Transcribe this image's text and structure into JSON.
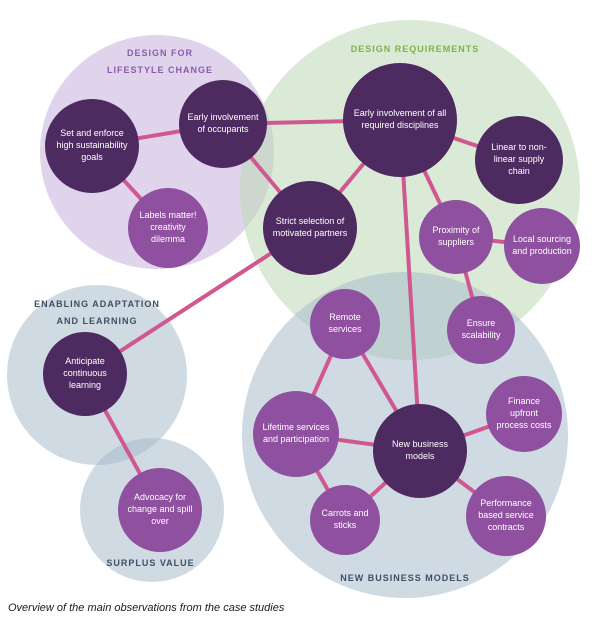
{
  "caption": "Overview of the main observations from the case studies",
  "colors": {
    "edge": "#d0578f",
    "node_dark": "#4d2a60",
    "node_medium": "#8e509f",
    "cluster_lavender": "#dcd0ec",
    "cluster_green": "#d9e8d1",
    "cluster_bluegray": "#ccd8e2",
    "label_purple": "#8a5ca7",
    "label_green": "#7cb544",
    "label_slate": "#3e5062"
  },
  "clusters": [
    {
      "id": "lifestyle",
      "label": "DESIGN FOR\nLIFESTYLE CHANGE"
    },
    {
      "id": "requirements",
      "label": "DESIGN REQUIREMENTS"
    },
    {
      "id": "adaptation",
      "label": "ENABLING ADAPTATION\nAND LEARNING"
    },
    {
      "id": "surplus",
      "label": "SURPLUS VALUE"
    },
    {
      "id": "business",
      "label": "NEW BUSINESS MODELS"
    }
  ],
  "nodes": [
    {
      "id": "set-goals",
      "label": "Set and enforce high sustainability goals",
      "tone": "dark"
    },
    {
      "id": "occupants",
      "label": "Early involvement of occupants",
      "tone": "dark"
    },
    {
      "id": "labels-matter",
      "label": "Labels matter! creativity dilemma",
      "tone": "medium"
    },
    {
      "id": "disciplines",
      "label": "Early involvement of all required disciplines",
      "tone": "dark"
    },
    {
      "id": "supply-chain",
      "label": "Linear to non-linear supply chain",
      "tone": "dark"
    },
    {
      "id": "partners",
      "label": "Strict selection of motivated partners",
      "tone": "dark"
    },
    {
      "id": "suppliers",
      "label": "Proximity of suppliers",
      "tone": "medium"
    },
    {
      "id": "local-sourcing",
      "label": "Local sourcing and production",
      "tone": "medium"
    },
    {
      "id": "scalability",
      "label": "Ensure scalability",
      "tone": "medium"
    },
    {
      "id": "anticipate",
      "label": "Anticipate continuous learning",
      "tone": "dark"
    },
    {
      "id": "advocacy",
      "label": "Advocacy for change and spill over",
      "tone": "medium"
    },
    {
      "id": "remote",
      "label": "Remote services",
      "tone": "medium"
    },
    {
      "id": "lifetime",
      "label": "Lifetime services and participation",
      "tone": "medium"
    },
    {
      "id": "nbm",
      "label": "New business models",
      "tone": "dark"
    },
    {
      "id": "finance",
      "label": "Finance upfront process costs",
      "tone": "medium"
    },
    {
      "id": "carrots",
      "label": "Carrots and sticks",
      "tone": "medium"
    },
    {
      "id": "performance",
      "label": "Performance based service contracts",
      "tone": "medium"
    }
  ],
  "connections": [
    [
      "set-goals",
      "occupants"
    ],
    [
      "set-goals",
      "labels-matter"
    ],
    [
      "occupants",
      "partners"
    ],
    [
      "occupants",
      "disciplines"
    ],
    [
      "partners",
      "disciplines"
    ],
    [
      "partners",
      "anticipate"
    ],
    [
      "disciplines",
      "supply-chain"
    ],
    [
      "disciplines",
      "suppliers"
    ],
    [
      "disciplines",
      "nbm"
    ],
    [
      "suppliers",
      "local-sourcing"
    ],
    [
      "suppliers",
      "scalability"
    ],
    [
      "anticipate",
      "advocacy"
    ],
    [
      "remote",
      "nbm"
    ],
    [
      "remote",
      "lifetime"
    ],
    [
      "lifetime",
      "nbm"
    ],
    [
      "lifetime",
      "carrots"
    ],
    [
      "carrots",
      "nbm"
    ],
    [
      "nbm",
      "finance"
    ],
    [
      "nbm",
      "performance"
    ]
  ]
}
